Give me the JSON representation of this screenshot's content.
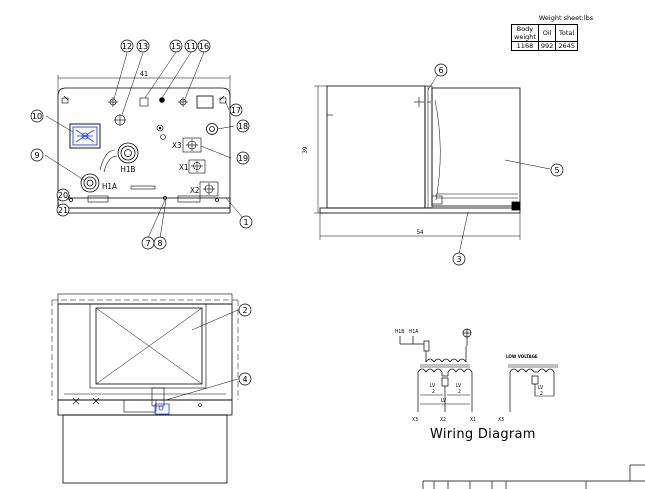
{
  "weight_sheet": {
    "title": "Weight sheet:lbs",
    "headers": [
      "Body weight",
      "Oil",
      "Total"
    ],
    "values": [
      "1168",
      "992",
      "2645"
    ]
  },
  "front_view": {
    "width_dim": "41",
    "terminals": [
      "H1A",
      "H1B",
      "X3",
      "X1",
      "X2"
    ]
  },
  "side_view": {
    "height_dim": "39",
    "width_dim": "54"
  },
  "balloons": [
    "1",
    "2",
    "3",
    "4",
    "5",
    "6",
    "7",
    "8",
    "9",
    "10",
    "11",
    "12",
    "13",
    "15",
    "16",
    "17",
    "18",
    "19",
    "20",
    "21"
  ],
  "wiring": {
    "title": "Wiring Diagram",
    "h1b": "H1B",
    "h1a": "H1A",
    "low_voltage": "LOW VOLTAGE",
    "lv": "LV",
    "lv_half": "2",
    "x3": "X3",
    "x2": "X2",
    "x1": "X1",
    "x3b": "X3"
  }
}
